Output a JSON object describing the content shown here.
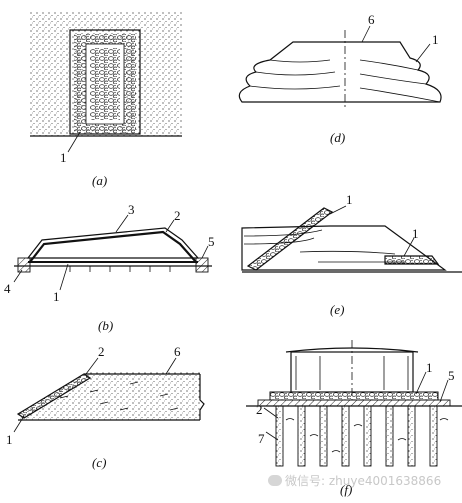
{
  "panels": {
    "a": {
      "caption": "(a)",
      "callouts": [
        "1"
      ]
    },
    "b": {
      "caption": "(b)",
      "callouts": [
        "3",
        "2",
        "5",
        "4",
        "1"
      ]
    },
    "c": {
      "caption": "(c)",
      "callouts": [
        "2",
        "6",
        "1"
      ]
    },
    "d": {
      "caption": "(d)",
      "callouts": [
        "6",
        "1"
      ]
    },
    "e": {
      "caption": "(e)",
      "callouts": [
        "1",
        "1"
      ]
    },
    "f": {
      "caption": "(f)",
      "callouts": [
        "1",
        "5",
        "2",
        "7"
      ]
    }
  },
  "watermark": {
    "text": "微信号: zhuye4001638866",
    "icon": "wechat-icon"
  }
}
